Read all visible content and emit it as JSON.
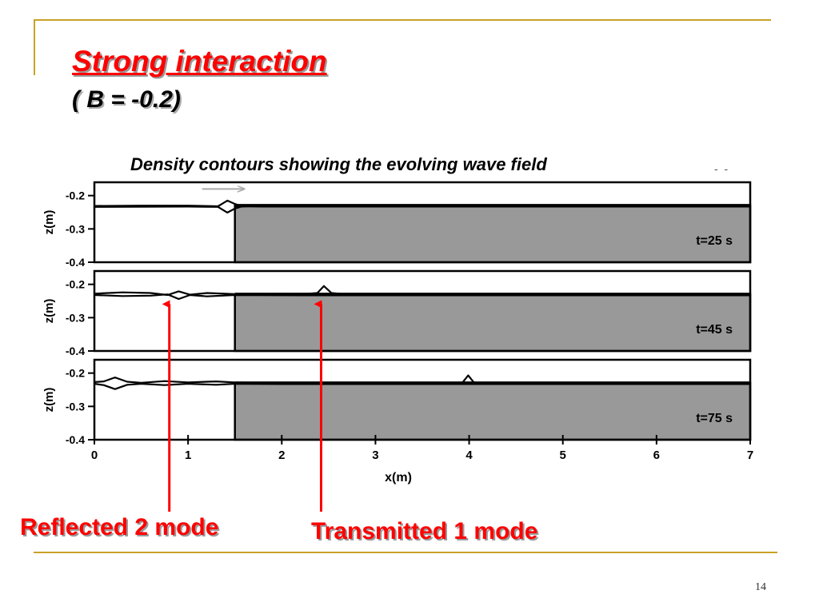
{
  "slide": {
    "title": "Strong interaction",
    "subtitle": "( B = -0.2)",
    "caption": "Density contours showing the evolving wave field",
    "caption_mark": "- -",
    "page_number": "14"
  },
  "annotations": {
    "reflected": "Reflected 2 mode",
    "transmitted": "Transmitted 1 mode",
    "color": "#ff0000"
  },
  "chart_data": {
    "type": "line",
    "xlabel": "x(m)",
    "ylabel": "z(m)",
    "xlim": [
      0,
      7
    ],
    "ylim": [
      -0.4,
      -0.16
    ],
    "x_ticks": [
      "0",
      "1",
      "2",
      "3",
      "4",
      "5",
      "6",
      "7"
    ],
    "y_ticks": [
      "-0.2",
      "-0.3",
      "-0.4"
    ],
    "step": {
      "x_start": 1.5,
      "top": -0.23,
      "color": "#999999"
    },
    "panels": [
      {
        "label": "t=25 s",
        "interface": [
          [
            0,
            -0.231
          ],
          [
            0.5,
            -0.23
          ],
          [
            1.0,
            -0.23
          ],
          [
            1.32,
            -0.232
          ],
          [
            1.42,
            -0.215
          ],
          [
            1.5,
            -0.225
          ],
          [
            1.58,
            -0.233
          ],
          [
            1.8,
            -0.229
          ],
          [
            3.0,
            -0.23
          ],
          [
            5.0,
            -0.23
          ],
          [
            7.0,
            -0.23
          ]
        ],
        "interface_lower": [
          [
            0,
            -0.234
          ],
          [
            1.0,
            -0.233
          ],
          [
            1.32,
            -0.234
          ],
          [
            1.42,
            -0.251
          ],
          [
            1.5,
            -0.239
          ],
          [
            1.58,
            -0.232
          ],
          [
            1.8,
            -0.233
          ],
          [
            3.0,
            -0.233
          ],
          [
            5.0,
            -0.233
          ],
          [
            7.0,
            -0.233
          ]
        ]
      },
      {
        "label": "t=45 s",
        "interface": [
          [
            0,
            -0.228
          ],
          [
            0.3,
            -0.224
          ],
          [
            0.6,
            -0.226
          ],
          [
            0.78,
            -0.232
          ],
          [
            0.9,
            -0.221
          ],
          [
            1.02,
            -0.231
          ],
          [
            1.2,
            -0.226
          ],
          [
            1.5,
            -0.229
          ],
          [
            2.2,
            -0.23
          ],
          [
            2.38,
            -0.226
          ],
          [
            2.45,
            -0.205
          ],
          [
            2.53,
            -0.226
          ],
          [
            2.7,
            -0.23
          ],
          [
            4.0,
            -0.23
          ],
          [
            7.0,
            -0.23
          ]
        ],
        "interface_lower": [
          [
            0,
            -0.232
          ],
          [
            0.3,
            -0.235
          ],
          [
            0.6,
            -0.234
          ],
          [
            0.78,
            -0.23
          ],
          [
            0.9,
            -0.244
          ],
          [
            1.02,
            -0.232
          ],
          [
            1.2,
            -0.236
          ],
          [
            1.5,
            -0.232
          ],
          [
            2.2,
            -0.233
          ],
          [
            2.38,
            -0.233
          ],
          [
            2.45,
            -0.233
          ],
          [
            2.53,
            -0.233
          ],
          [
            2.7,
            -0.233
          ],
          [
            4.0,
            -0.233
          ],
          [
            7.0,
            -0.233
          ]
        ]
      },
      {
        "label": "t=75 s",
        "interface": [
          [
            0,
            -0.227
          ],
          [
            0.1,
            -0.225
          ],
          [
            0.22,
            -0.213
          ],
          [
            0.35,
            -0.226
          ],
          [
            0.5,
            -0.229
          ],
          [
            0.75,
            -0.224
          ],
          [
            1.0,
            -0.228
          ],
          [
            1.3,
            -0.225
          ],
          [
            1.5,
            -0.228
          ],
          [
            2.0,
            -0.23
          ],
          [
            3.85,
            -0.23
          ],
          [
            3.93,
            -0.228
          ],
          [
            3.99,
            -0.207
          ],
          [
            4.05,
            -0.228
          ],
          [
            4.2,
            -0.23
          ],
          [
            7.0,
            -0.23
          ]
        ],
        "interface_lower": [
          [
            0,
            -0.232
          ],
          [
            0.1,
            -0.236
          ],
          [
            0.22,
            -0.248
          ],
          [
            0.35,
            -0.235
          ],
          [
            0.5,
            -0.232
          ],
          [
            0.75,
            -0.236
          ],
          [
            1.0,
            -0.232
          ],
          [
            1.3,
            -0.235
          ],
          [
            1.5,
            -0.232
          ],
          [
            2.0,
            -0.233
          ],
          [
            3.85,
            -0.233
          ],
          [
            3.93,
            -0.233
          ],
          [
            3.99,
            -0.233
          ],
          [
            4.05,
            -0.233
          ],
          [
            4.2,
            -0.233
          ],
          [
            7.0,
            -0.233
          ]
        ]
      }
    ],
    "propagation_arrow": {
      "panel": 0,
      "x_from": 1.15,
      "x_to": 1.6,
      "y": -0.18,
      "color": "#aaaaaa"
    },
    "pointers": [
      {
        "label_ref": "reflected",
        "panel": 1,
        "x": 0.8
      },
      {
        "label_ref": "transmitted",
        "panel": 1,
        "x": 2.42
      }
    ]
  }
}
